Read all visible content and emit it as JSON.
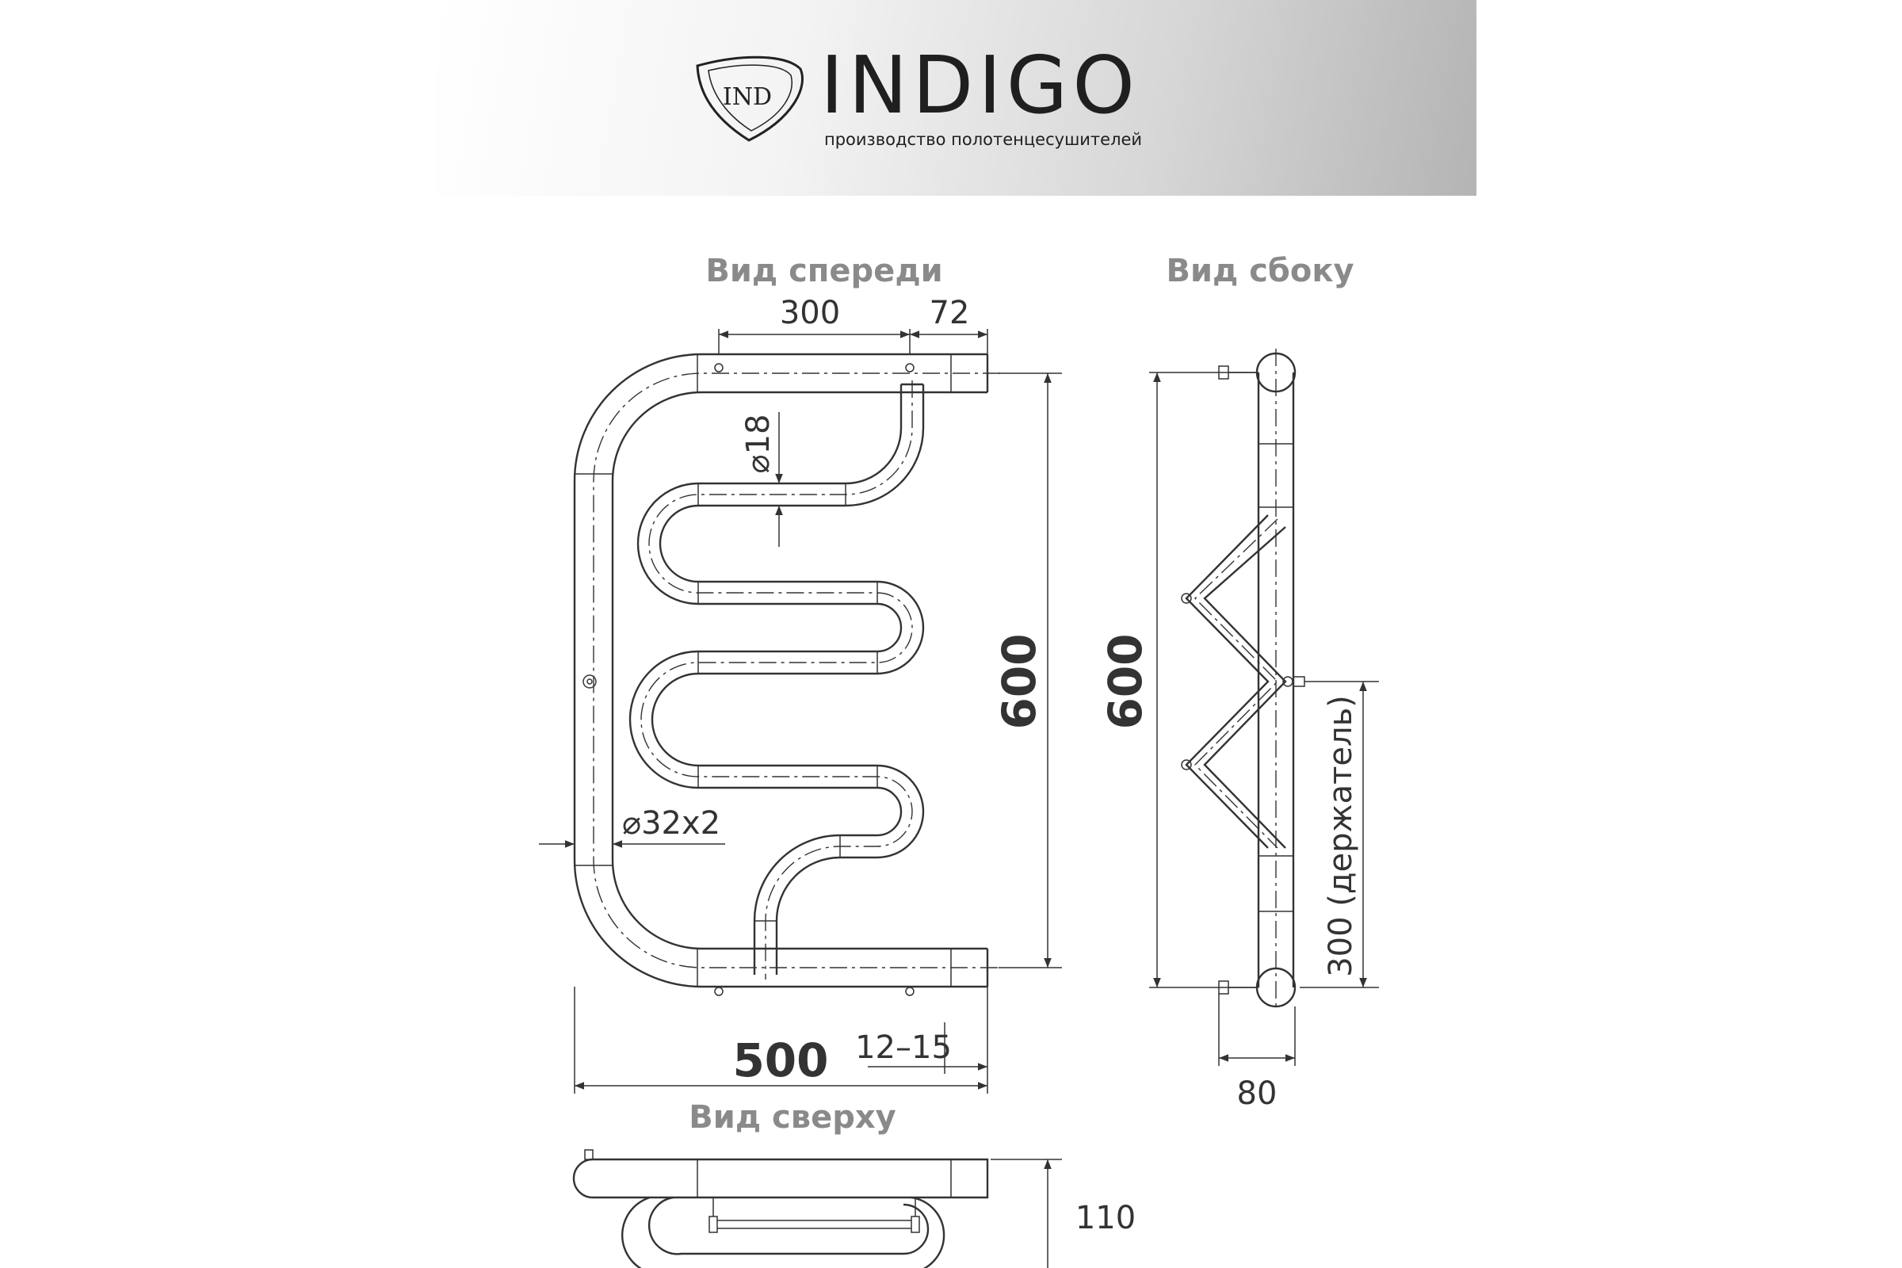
{
  "brand": {
    "logo_text": "IND",
    "name": "INDIGO",
    "tagline": "производство полотенцесушителей"
  },
  "views": {
    "front": "Вид спереди",
    "side": "Вид сбоку",
    "top": "Вид сверху"
  },
  "dimensions": {
    "top_span": "300",
    "top_offset": "72",
    "small_pipe": "⌀18",
    "main_pipe": "⌀32x2",
    "front_height": "600",
    "side_height": "600",
    "width": "500",
    "wall_gap": "12–15",
    "holder_spacing": "300 (держатель)",
    "depth_side": "80",
    "depth_top": "110"
  }
}
